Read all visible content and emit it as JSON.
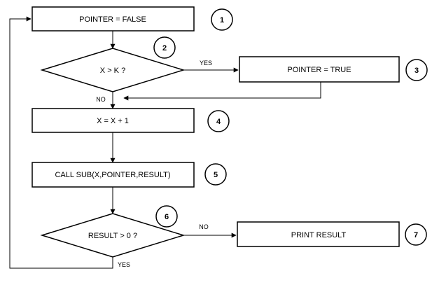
{
  "diagram": {
    "nodes": {
      "pointer_false": {
        "label": "POINTER = FALSE",
        "number": "1"
      },
      "decision_x_gt_k": {
        "label": "X > K ?",
        "number": "2"
      },
      "pointer_true": {
        "label": "POINTER = TRUE",
        "number": "3"
      },
      "increment_x": {
        "label": "X = X + 1",
        "number": "4"
      },
      "call_sub": {
        "label": "CALL SUB(X,POINTER,RESULT)",
        "number": "5"
      },
      "decision_result": {
        "label": "RESULT > 0 ?",
        "number": "6"
      },
      "print_result": {
        "label": "PRINT RESULT",
        "number": "7"
      }
    },
    "edge_labels": {
      "x_gt_k_yes": "YES",
      "x_gt_k_no": "NO",
      "result_no": "NO",
      "result_yes": "YES"
    },
    "colors": {
      "stroke": "#000000",
      "fill": "#ffffff"
    }
  }
}
